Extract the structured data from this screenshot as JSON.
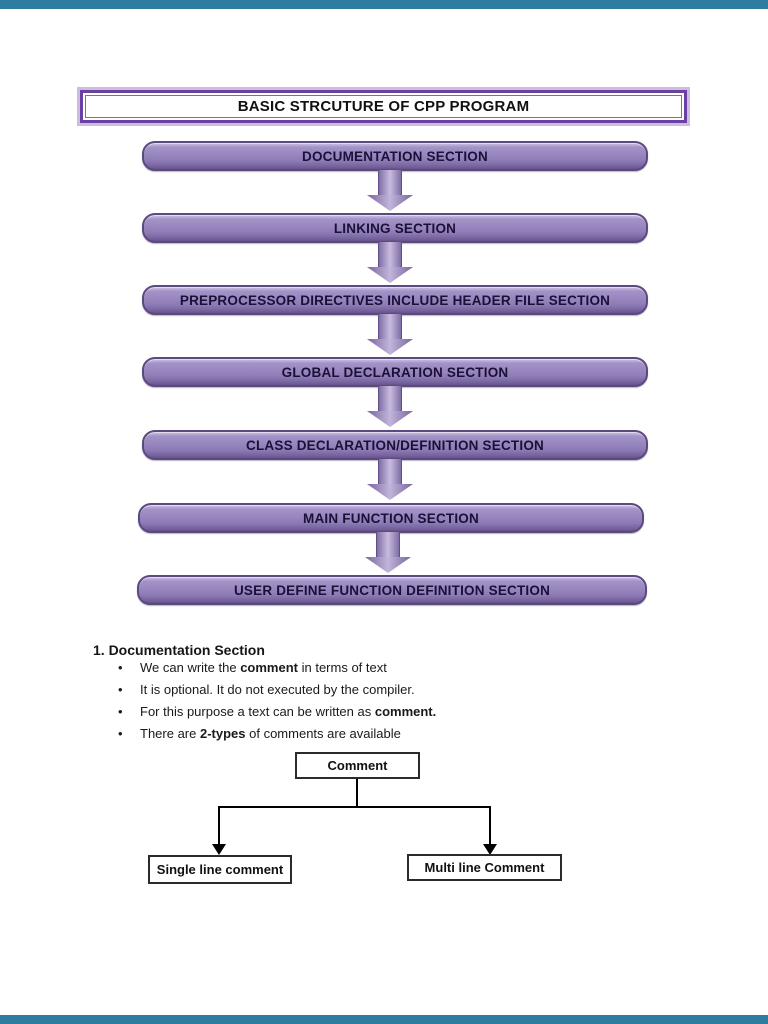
{
  "chrome": {
    "top_bar_color": "#2e7ca0",
    "bottom_bar_color": "#2e7ca0"
  },
  "title": {
    "label": "BASIC STRCUTURE OF CPP PROGRAM"
  },
  "flowchart": {
    "boxes": [
      "DOCUMENTATION SECTION",
      "LINKING SECTION",
      "PREPROCESSOR DIRECTIVES INCLUDE HEADER FILE SECTION",
      "GLOBAL DECLARATION SECTION",
      "CLASS DECLARATION/DEFINITION SECTION",
      "MAIN FUNCTION SECTION",
      "USER DEFINE FUNCTION DEFINITION SECTION"
    ],
    "colors": {
      "box_fill": "#9886bf",
      "box_border": "#5a4a80",
      "arrow": "#8b78b2",
      "label_text": "#1b1038",
      "title_border": "#6b3fa4"
    }
  },
  "doc_section": {
    "heading": "1. Documentation Section",
    "bullet_glyph": "•",
    "bullets": [
      {
        "pre": "We can write the ",
        "bold": "comment",
        "post": " in terms of text"
      },
      {
        "pre": "It is optional. It do not executed by the compiler.",
        "bold": "",
        "post": ""
      },
      {
        "pre": "For this purpose a text can be written as ",
        "bold": "comment.",
        "post": ""
      },
      {
        "pre": "There are ",
        "bold": "2-types",
        "post": " of comments are available"
      }
    ]
  },
  "comment_tree": {
    "root": "Comment",
    "left_child": "Single line comment",
    "right_child": "Multi line Comment"
  }
}
